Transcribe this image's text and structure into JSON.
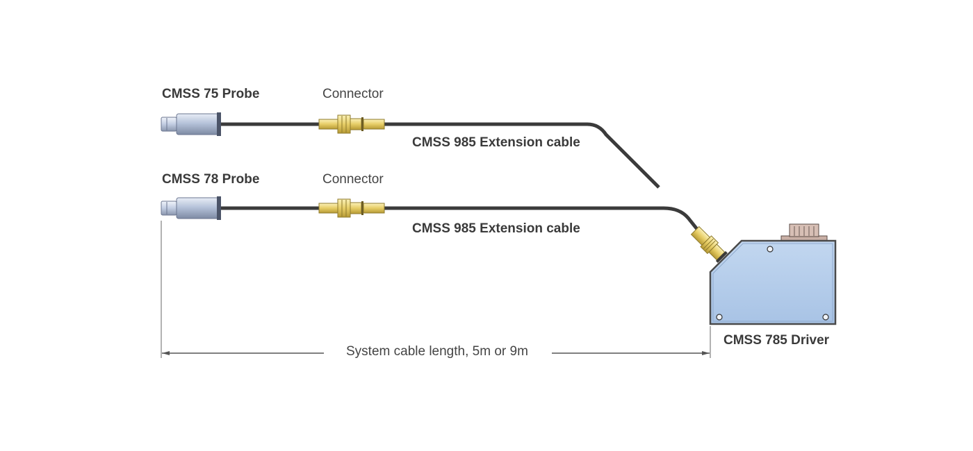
{
  "labels": {
    "probe_75": "CMSS 75 Probe",
    "probe_78": "CMSS 78 Probe",
    "connector_top": "Connector",
    "connector_bottom": "Connector",
    "extension_top": "CMSS 985 Extension cable",
    "extension_bottom": "CMSS 985 Extension cable",
    "driver": "CMSS 785 Driver",
    "length": "System cable length, 5m or 9m"
  },
  "colors": {
    "cable": "#3b3b3b",
    "probe_body": "#b9c6dc",
    "connector": "#e8d06a",
    "driver_body": "#b4cdea",
    "driver_edge": "#4a4a4a",
    "socket": "#c9b0a6",
    "dimension_line": "#555555"
  }
}
